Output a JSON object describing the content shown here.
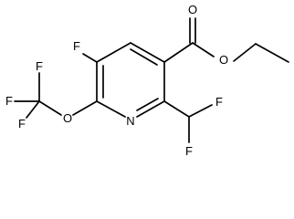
{
  "molecule": {
    "atoms": {
      "ring_nitrogen": "N",
      "fluorine_ring": "F",
      "fluorine_cf3_top": "F",
      "fluorine_cf3_left": "F",
      "fluorine_cf3_lower": "F",
      "oxygen_ether": "O",
      "oxygen_carbonyl": "O",
      "oxygen_ester": "O",
      "fluorine_chf2_right": "F",
      "fluorine_chf2_bottom": "F"
    }
  }
}
